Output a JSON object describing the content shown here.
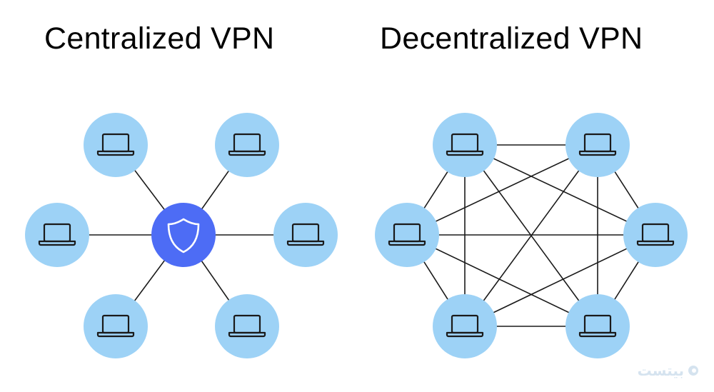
{
  "titles": {
    "centralized": "Centralized VPN",
    "decentralized": "Decentralized VPN"
  },
  "watermark": {
    "text": "بیتست"
  },
  "colors": {
    "node_fill": "#9dd2f6",
    "hub_fill": "#4d6cf5",
    "edge": "#1a1a1a",
    "icon": "#1a1a1a",
    "shield": "#ffffff"
  },
  "icons": {
    "node": "laptop-icon",
    "hub": "shield-icon"
  },
  "centralized": {
    "hub": "server",
    "node_count": 6,
    "topology": "star"
  },
  "decentralized": {
    "node_count": 6,
    "topology": "full-mesh"
  }
}
